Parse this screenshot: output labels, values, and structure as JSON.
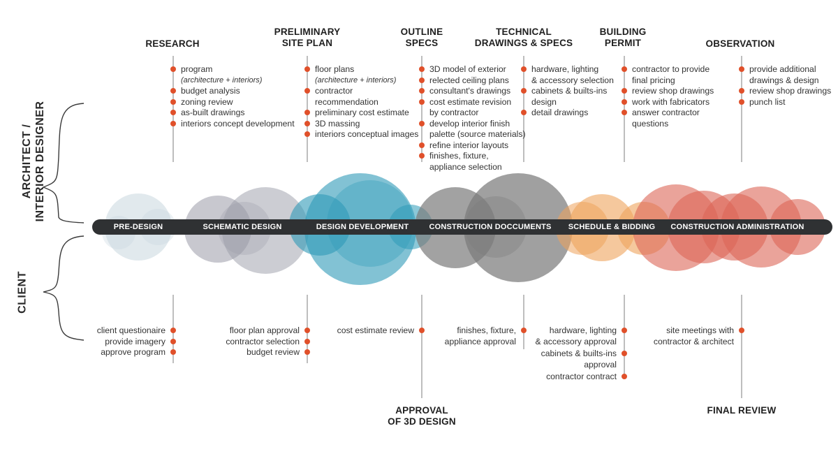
{
  "side_labels": {
    "architect": [
      "ARCHITECT /",
      "INTERIOR DESIGNER"
    ],
    "client": "CLIENT"
  },
  "stages": [
    "PRE-DESIGN",
    "SCHEMATIC DESIGN",
    "DESIGN DEVELOPMENT",
    "CONSTRUCTION DOCCUMENTS",
    "SCHEDULE & BIDDING",
    "CONSTRUCTION ADMINISTRATION"
  ],
  "top_milestones": [
    {
      "title": [
        "RESEARCH"
      ],
      "items": [
        [
          "program",
          "(architecture + interiors)"
        ],
        [
          "budget analysis"
        ],
        [
          "zoning review"
        ],
        [
          "as-built drawings"
        ],
        [
          "interiors concept development"
        ]
      ]
    },
    {
      "title": [
        "PRELIMINARY",
        "SITE PLAN"
      ],
      "items": [
        [
          "floor plans",
          "(architecture + interiors)"
        ],
        [
          "contractor",
          "recommendation"
        ],
        [
          "preliminary cost estimate"
        ],
        [
          "3D massing"
        ],
        [
          "interiors conceptual images"
        ]
      ]
    },
    {
      "title": [
        "OUTLINE",
        "SPECS"
      ],
      "items": [
        [
          "3D model of exterior"
        ],
        [
          "relected ceiling plans"
        ],
        [
          "consultant's drawings"
        ],
        [
          "cost estimate revision",
          "by contractor"
        ],
        [
          "develop interior finish",
          "palette (source materials)"
        ],
        [
          "refine interior layouts"
        ],
        [
          "finishes, fixture,",
          "appliance selection"
        ]
      ]
    },
    {
      "title": [
        "TECHNICAL",
        "DRAWINGS & SPECS"
      ],
      "items": [
        [
          "hardware, lighting",
          "& accessory selection"
        ],
        [
          "cabinets & builts-ins",
          "design"
        ],
        [
          "detail drawings"
        ]
      ]
    },
    {
      "title": [
        "BUILDING",
        "PERMIT"
      ],
      "items": [
        [
          "contractor to provide",
          "final pricing"
        ],
        [
          "review shop drawings"
        ],
        [
          "work with fabricators"
        ],
        [
          "answer contractor",
          "questions"
        ]
      ]
    },
    {
      "title": [
        "OBSERVATION"
      ],
      "items": [
        [
          "provide additional",
          "drawings & design"
        ],
        [
          "review shop drawings"
        ],
        [
          "punch list"
        ]
      ]
    }
  ],
  "client_items": [
    [
      [
        "client questionaire"
      ],
      [
        "provide imagery"
      ],
      [
        "approve program"
      ]
    ],
    [
      [
        "floor plan approval"
      ],
      [
        "contractor selection"
      ],
      [
        "budget review"
      ]
    ],
    [
      [
        "cost estimate review"
      ]
    ],
    [
      [
        "finishes, fixture,",
        "appliance approval"
      ]
    ],
    [
      [
        "hardware, lighting",
        "& accessory approval"
      ],
      [
        "cabinets & builts-ins",
        "approval"
      ],
      [
        "contractor contract"
      ]
    ],
    [
      [
        "site meetings with",
        "contractor & architect"
      ]
    ]
  ],
  "bottom_milestones": [
    {
      "title": [
        "APPROVAL",
        "OF 3D DESIGN"
      ]
    },
    {
      "title": [
        "FINAL REVIEW"
      ]
    }
  ],
  "colors": {
    "bar": "#2f3133",
    "bullet": "#e0502a",
    "line": "#9a9a9a",
    "pre_design": "#c9d7df",
    "schematic": "#9a9ba8",
    "development": "#2e9ab8",
    "documents": "#7b7b7b",
    "bidding": "#eea35b",
    "administration": "#dc6656"
  }
}
